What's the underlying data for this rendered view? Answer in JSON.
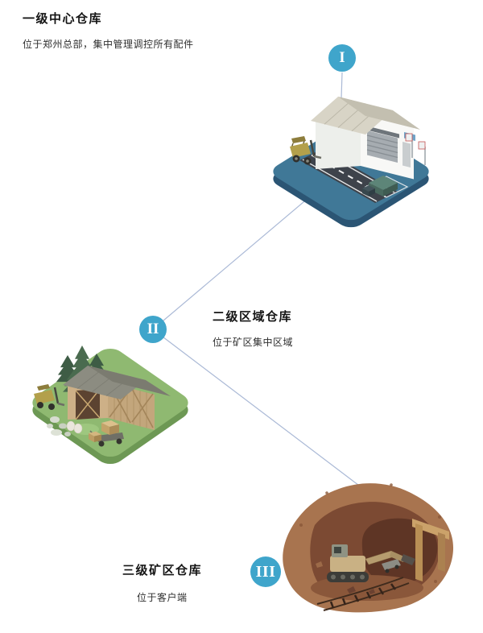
{
  "nodes": [
    {
      "badge": "I",
      "title": "一级中心仓库",
      "subtitle": "位于郑州总部，集中管理调控所有配件"
    },
    {
      "badge": "II",
      "title": "二级区域仓库",
      "subtitle": "位于矿区集中区域"
    },
    {
      "badge": "III",
      "title": "三级矿区仓库",
      "subtitle": "位于客户端"
    }
  ],
  "colors": {
    "badge_blue": "#3fa5cb",
    "connector_line": "#aab9d6",
    "heading_text": "#141414",
    "body_text": "#2e2e2e",
    "warehouse_platform": "#407897",
    "grass_platform": "#8fb971",
    "mine_brown": "#a8744f"
  },
  "illustrations": {
    "tier1": "isometric-warehouse-building-with-road-truck-forklift",
    "tier2": "isometric-wooden-barn-with-pine-trees-forklift-crates",
    "tier3": "underground-mine-tunnel-with-excavator-and-rail-track"
  }
}
